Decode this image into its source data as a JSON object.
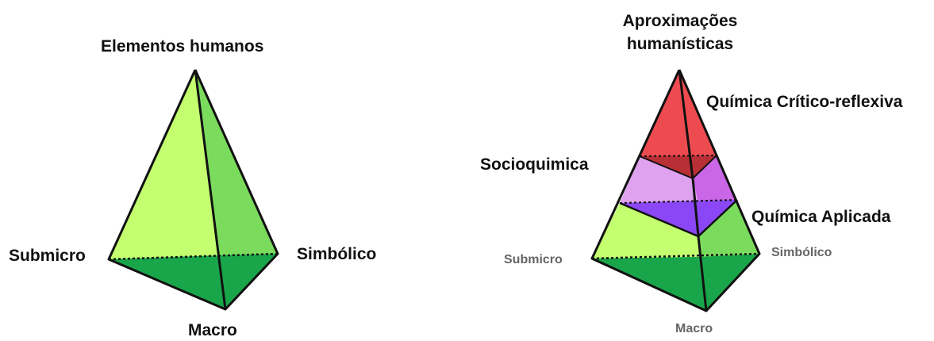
{
  "left_pyramid": {
    "apex_label": "Elementos humanos",
    "left_label": "Submicro",
    "right_label": "Simbólico",
    "bottom_label": "Macro"
  },
  "right_pyramid": {
    "apex_label_line1": "Aproximações",
    "apex_label_line2": "humanísticas",
    "top_band_label": "Química Crítico-reflexiva",
    "middle_band_label": "Socioquimica",
    "lower_band_label": "Química Aplicada",
    "left_label": "Submicro",
    "right_label": "Simbólico",
    "bottom_label": "Macro"
  },
  "colors": {
    "lime_face": "#c3ff6f",
    "green_face": "#7bdb5c",
    "dark_green_base": "#19a64a",
    "red_band": "#ee4b50",
    "dark_red": "#b82f35",
    "lilac_band": "#dea2ee",
    "violet_band": "#c967e6",
    "purple_band": "#8b47f5"
  }
}
